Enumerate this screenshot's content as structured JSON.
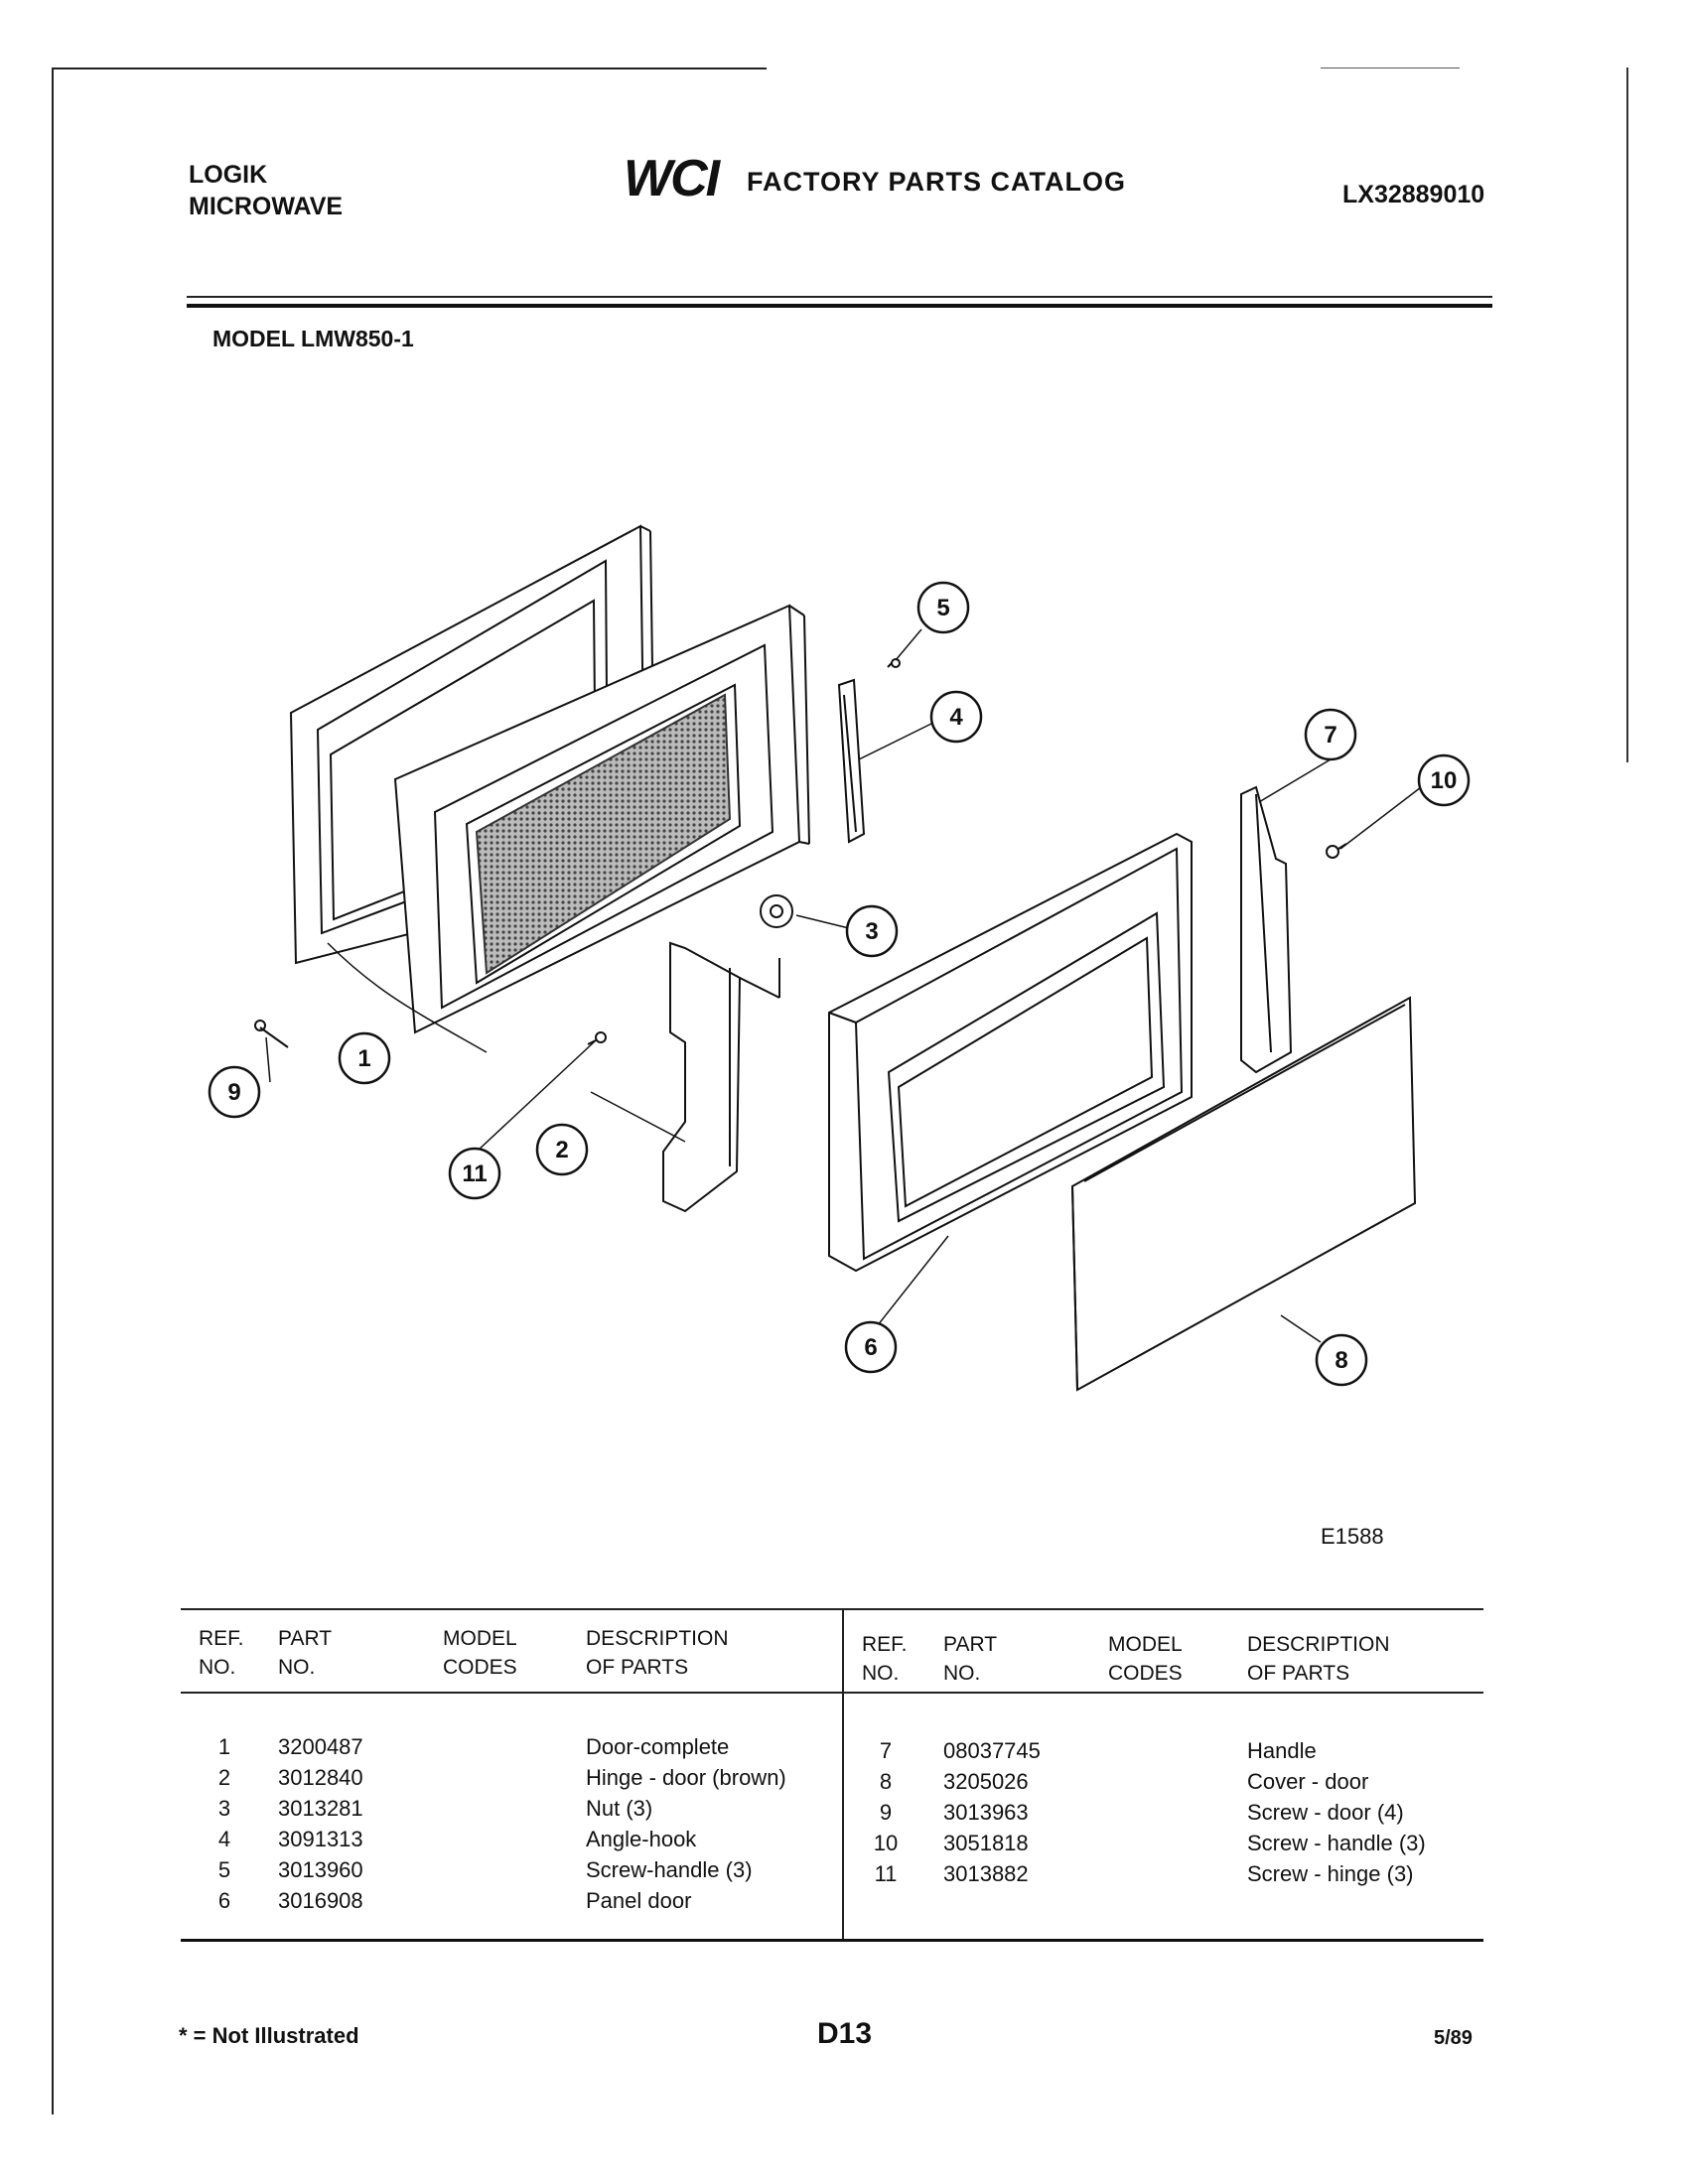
{
  "header": {
    "brand_line1": "LOGIK",
    "brand_line2": "MICROWAVE",
    "logo_text": "WCI",
    "catalog_title": "FACTORY PARTS CATALOG",
    "catalog_code": "LX32889010"
  },
  "model_line": "MODEL LMW850-1",
  "diagram": {
    "figure_id": "E1588",
    "callouts": [
      "1",
      "2",
      "3",
      "4",
      "5",
      "6",
      "7",
      "8",
      "9",
      "10",
      "11"
    ]
  },
  "table": {
    "headers": {
      "ref_1": "REF.",
      "ref_2": "NO.",
      "part_1": "PART",
      "part_2": "NO.",
      "model_1": "MODEL",
      "model_2": "CODES",
      "desc_1": "DESCRIPTION",
      "desc_2": "OF PARTS"
    },
    "left_rows": [
      {
        "ref": "1",
        "part": "3200487",
        "desc": "Door-complete"
      },
      {
        "ref": "2",
        "part": "3012840",
        "desc": "Hinge - door (brown)"
      },
      {
        "ref": "3",
        "part": "3013281",
        "desc": "Nut (3)"
      },
      {
        "ref": "4",
        "part": "3091313",
        "desc": "Angle-hook"
      },
      {
        "ref": "5",
        "part": "3013960",
        "desc": "Screw-handle (3)"
      },
      {
        "ref": "6",
        "part": "3016908",
        "desc": "Panel door"
      }
    ],
    "right_rows": [
      {
        "ref": "7",
        "part": "08037745",
        "desc": "Handle"
      },
      {
        "ref": "8",
        "part": "3205026",
        "desc": "Cover - door"
      },
      {
        "ref": "9",
        "part": "3013963",
        "desc": "Screw - door (4)"
      },
      {
        "ref": "10",
        "part": "3051818",
        "desc": "Screw - handle (3)"
      },
      {
        "ref": "11",
        "part": "3013882",
        "desc": "Screw - hinge (3)"
      }
    ]
  },
  "footer": {
    "note": "* = Not Illustrated",
    "page": "D13",
    "date": "5/89"
  }
}
